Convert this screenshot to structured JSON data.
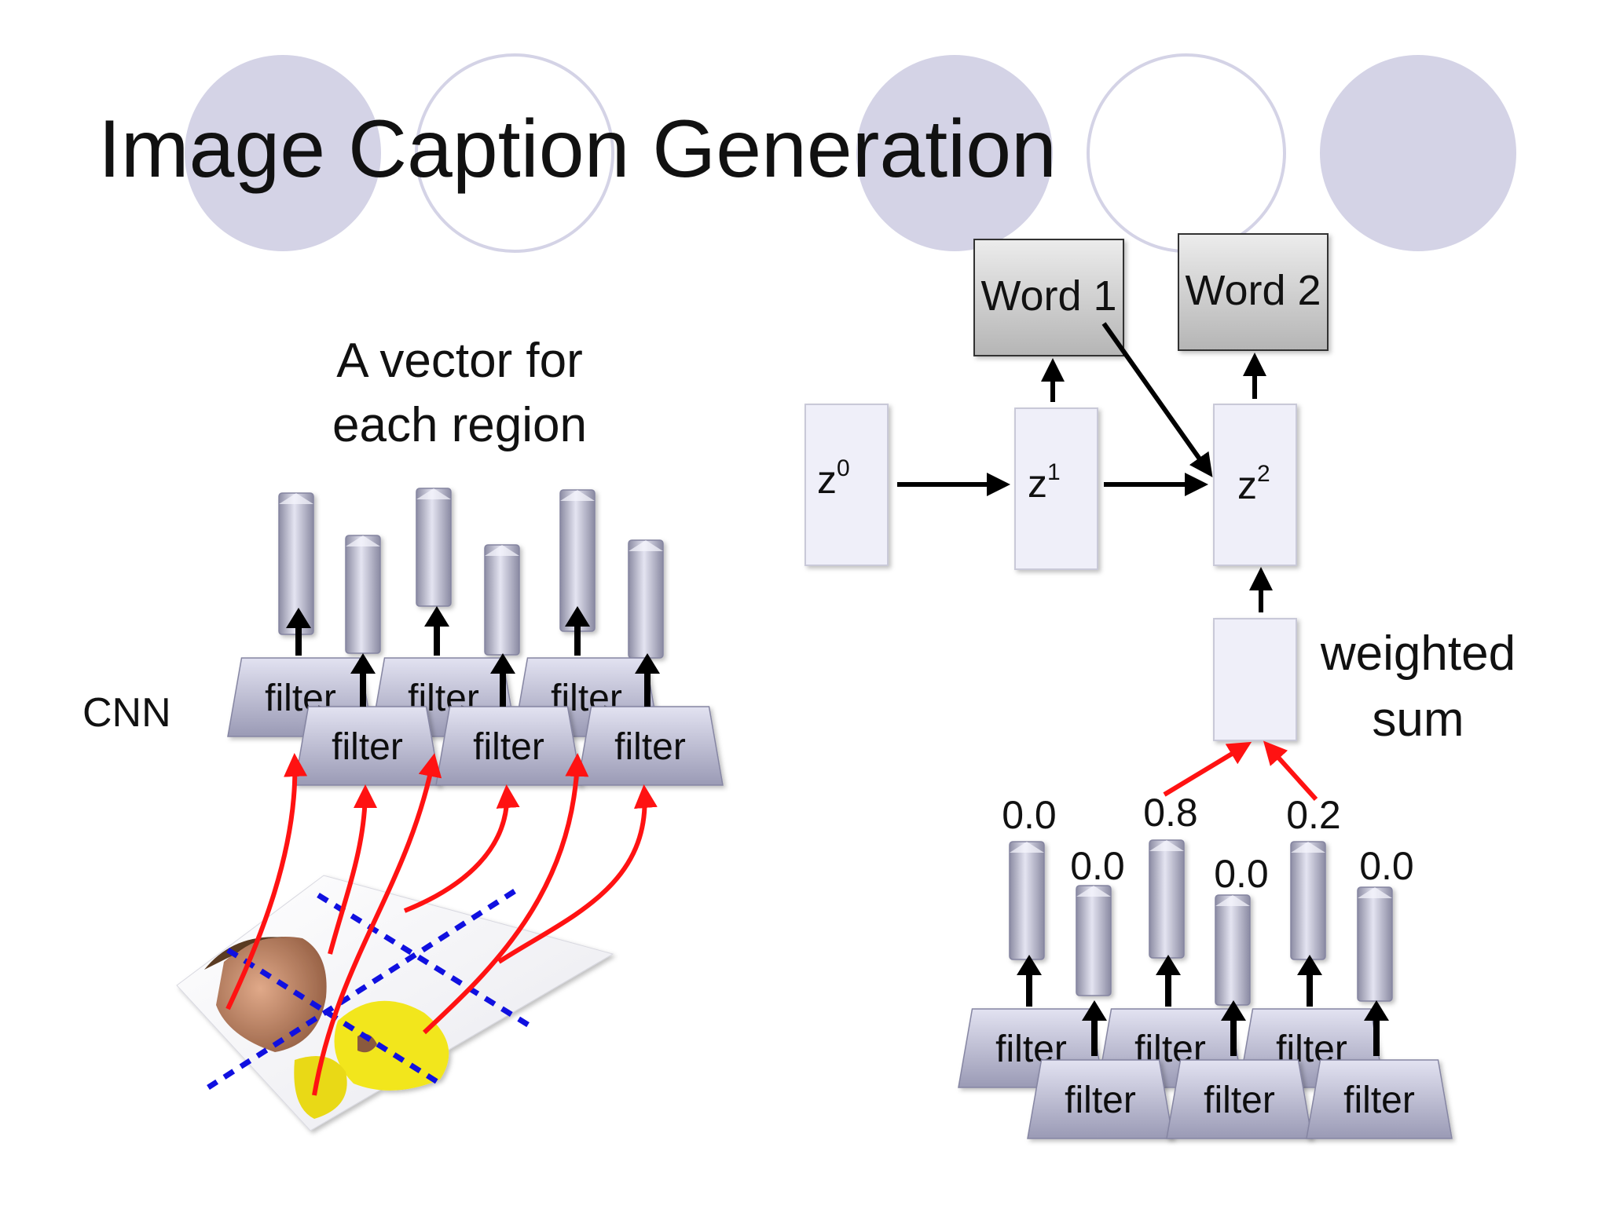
{
  "slide": {
    "title": "Image Caption Generation",
    "colors": {
      "circle_fill": "#d4d3e6",
      "circle_outline": "#d4d3e6",
      "box_fill": "#efeff9",
      "box_stroke": "#c9c9d8",
      "word_fill": "#cfcfcf",
      "red_arrow": "#ff1212",
      "blue_dash": "#1010e0",
      "arrow": "#000000"
    }
  },
  "left": {
    "vector_label_line1": "A vector for",
    "vector_label_line2": "each region",
    "cnn_label": "CNN",
    "filter_label": "filter",
    "filters_back": [
      "filter",
      "filter",
      "filter"
    ],
    "filters_front": [
      "filter",
      "filter",
      "filter"
    ],
    "image_icon": "photo-icon"
  },
  "right": {
    "word1": "Word 1",
    "word2": "Word 2",
    "z0": {
      "base": "z",
      "sup": "0"
    },
    "z1": {
      "base": "z",
      "sup": "1"
    },
    "z2": {
      "base": "z",
      "sup": "2"
    },
    "weighted_line1": "weighted",
    "weighted_line2": "sum",
    "weights": [
      "0.0",
      "0.0",
      "0.8",
      "0.0",
      "0.2",
      "0.0"
    ],
    "filters_back": [
      "filter",
      "filter",
      "filter"
    ],
    "filters_front": [
      "filter",
      "filter",
      "filter"
    ]
  }
}
